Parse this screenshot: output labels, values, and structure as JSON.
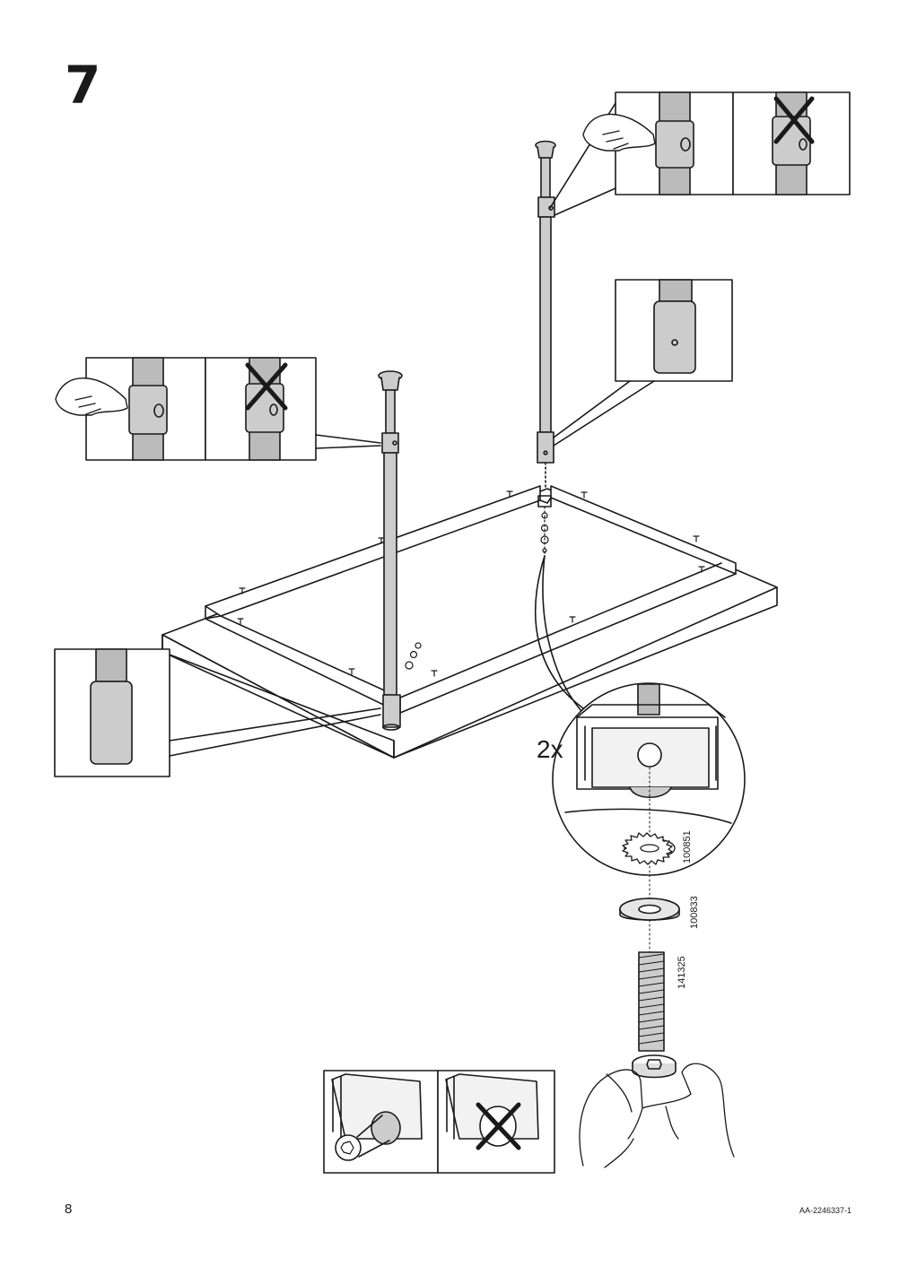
{
  "step": {
    "number": "7"
  },
  "quantity": {
    "label": "2x"
  },
  "parts": [
    {
      "id": "100851",
      "icon": "serrated-lock-washer-icon"
    },
    {
      "id": "100833",
      "icon": "flat-washer-icon"
    },
    {
      "id": "141325",
      "icon": "threaded-bolt-icon"
    }
  ],
  "footer": {
    "page": "8",
    "doc_code": "AA-2246337-1"
  },
  "icons": {
    "correct": "pointing-hand-icon",
    "incorrect": "cross-mark-icon"
  }
}
